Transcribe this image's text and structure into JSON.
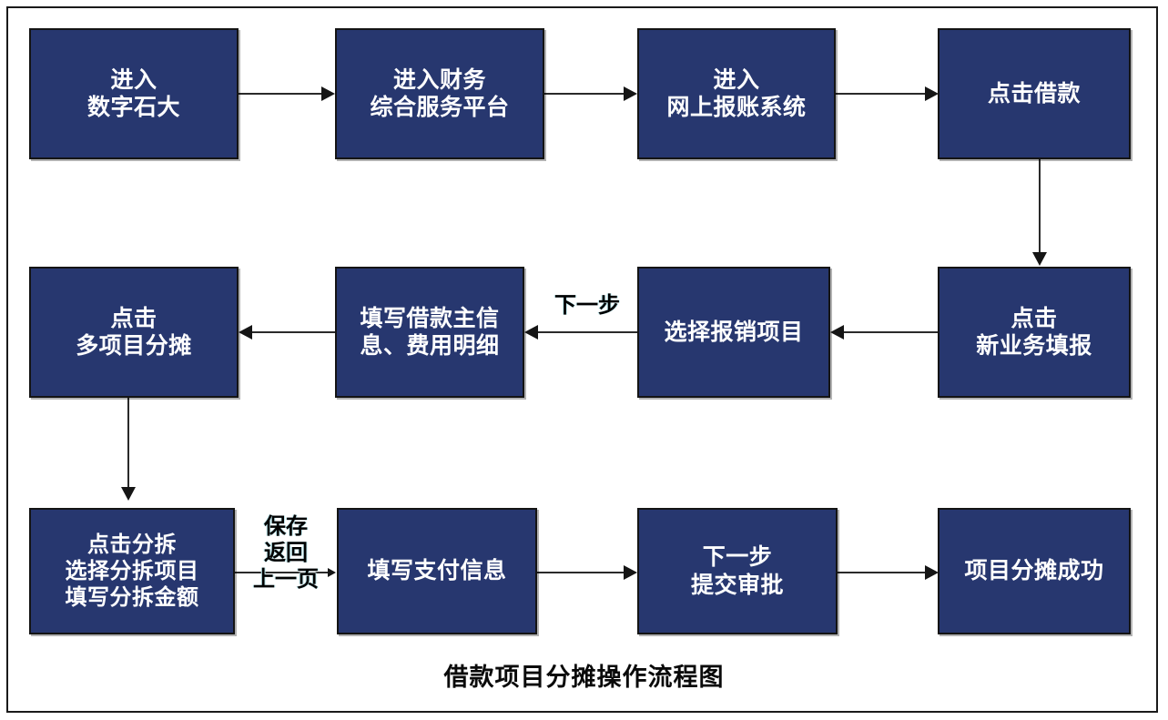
{
  "diagram": {
    "title": "借款项目分摊操作流程图",
    "colors": {
      "node_fill": "#27376F",
      "node_border": "#141414",
      "node_text": "#FFFFFF",
      "connector": "#2A2A2A",
      "frame": "#1A1A1A",
      "label_text": "#000000",
      "background": "#FFFFFF"
    },
    "nodes": [
      {
        "id": "n1",
        "label": "进入\n数字石大"
      },
      {
        "id": "n2",
        "label": "进入财务\n综合服务平台"
      },
      {
        "id": "n3",
        "label": "进入\n网上报账系统"
      },
      {
        "id": "n4",
        "label": "点击借款"
      },
      {
        "id": "n5",
        "label": "点击\n新业务填报"
      },
      {
        "id": "n6",
        "label": "选择报销项目"
      },
      {
        "id": "n7",
        "label": "填写借款主信\n息、费用明细"
      },
      {
        "id": "n8",
        "label": "点击\n多项目分摊"
      },
      {
        "id": "n9",
        "label": "点击分拆\n选择分拆项目\n填写分拆金额"
      },
      {
        "id": "n10",
        "label": "填写支付信息"
      },
      {
        "id": "n11",
        "label": "下一步\n提交审批"
      },
      {
        "id": "n12",
        "label": "项目分摊成功"
      }
    ],
    "edge_labels": [
      {
        "id": "e_next",
        "label": "下一步"
      },
      {
        "id": "e_save",
        "label": "保存\n返回\n上一页"
      }
    ]
  },
  "chart_data": {
    "type": "diagram",
    "subtype": "flowchart",
    "title": "借款项目分摊操作流程图",
    "direction": "serpentine: row1 left-to-right, row2 right-to-left, row3 left-to-right",
    "nodes": [
      "进入\n数字石大",
      "进入财务\n综合服务平台",
      "进入\n网上报账系统",
      "点击借款",
      "点击\n新业务填报",
      "选择报销项目",
      "填写借款主信\n息、费用明细",
      "点击\n多项目分摊",
      "点击分拆\n选择分拆项目\n填写分拆金额",
      "填写支付信息",
      "下一步\n提交审批",
      "项目分摊成功"
    ],
    "edges": [
      {
        "from": "进入数字石大",
        "to": "进入财务综合服务平台",
        "label": ""
      },
      {
        "from": "进入财务综合服务平台",
        "to": "进入网上报账系统",
        "label": ""
      },
      {
        "from": "进入网上报账系统",
        "to": "点击借款",
        "label": ""
      },
      {
        "from": "点击借款",
        "to": "点击新业务填报",
        "label": ""
      },
      {
        "from": "点击新业务填报",
        "to": "选择报销项目",
        "label": ""
      },
      {
        "from": "选择报销项目",
        "to": "填写借款主信息、费用明细",
        "label": "下一步"
      },
      {
        "from": "填写借款主信息、费用明细",
        "to": "点击多项目分摊",
        "label": ""
      },
      {
        "from": "点击多项目分摊",
        "to": "点击分拆选择分拆项目填写分拆金额",
        "label": ""
      },
      {
        "from": "点击分拆选择分拆项目填写分拆金额",
        "to": "填写支付信息",
        "label": "保存返回上一页"
      },
      {
        "from": "填写支付信息",
        "to": "下一步提交审批",
        "label": ""
      },
      {
        "from": "下一步提交审批",
        "to": "项目分摊成功",
        "label": ""
      }
    ]
  }
}
